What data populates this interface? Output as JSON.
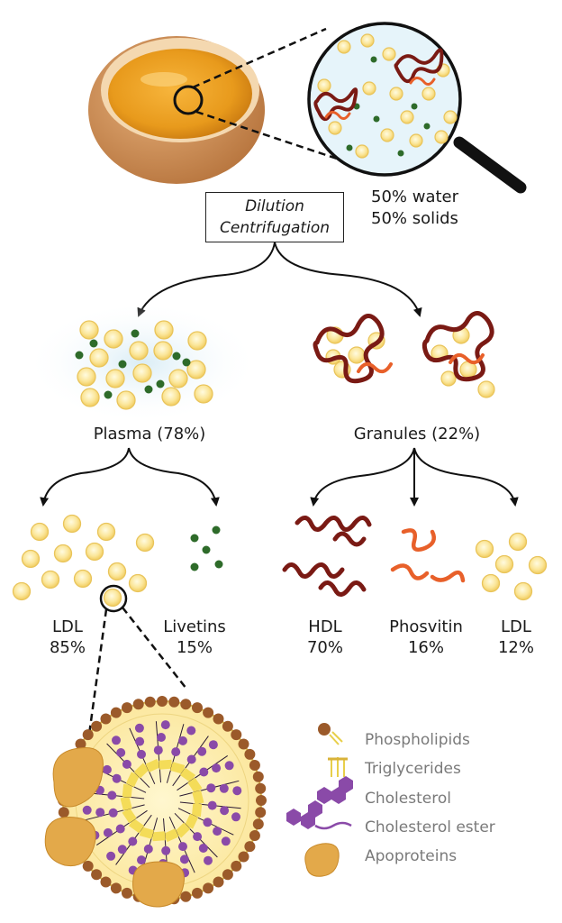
{
  "composition": {
    "water": "50% water",
    "solids": "50% solids"
  },
  "method": {
    "line1": "Dilution",
    "line2": "Centrifugation"
  },
  "fractions": {
    "plasma": "Plasma (78%)",
    "granules": "Granules (22%)"
  },
  "plasma_components": {
    "ldl_name": "LDL",
    "ldl_pct": "85%",
    "livetins_name": "Livetins",
    "livetins_pct": "15%"
  },
  "granule_components": {
    "hdl_name": "HDL",
    "hdl_pct": "70%",
    "phosvitin_name": "Phosvitin",
    "phosvitin_pct": "16%",
    "ldl_name": "LDL",
    "ldl_pct": "12%"
  },
  "legend": {
    "phospholipids": "Phospholipids",
    "triglycerides": "Triglycerides",
    "cholesterol": "Cholesterol",
    "cholesterol_ester": "Cholesterol ester",
    "apoproteins": "Apoproteins"
  },
  "colors": {
    "ldl_fill": "#fbe9a0",
    "ldl_stroke": "#e9c45a",
    "livetin": "#2e6b2a",
    "hdl": "#7a1a14",
    "phosvitin": "#e8602a",
    "cholesterol": "#8a4aa8",
    "apoprotein": "#e3a94a",
    "phospholipid_head": "#9b5a2a"
  }
}
